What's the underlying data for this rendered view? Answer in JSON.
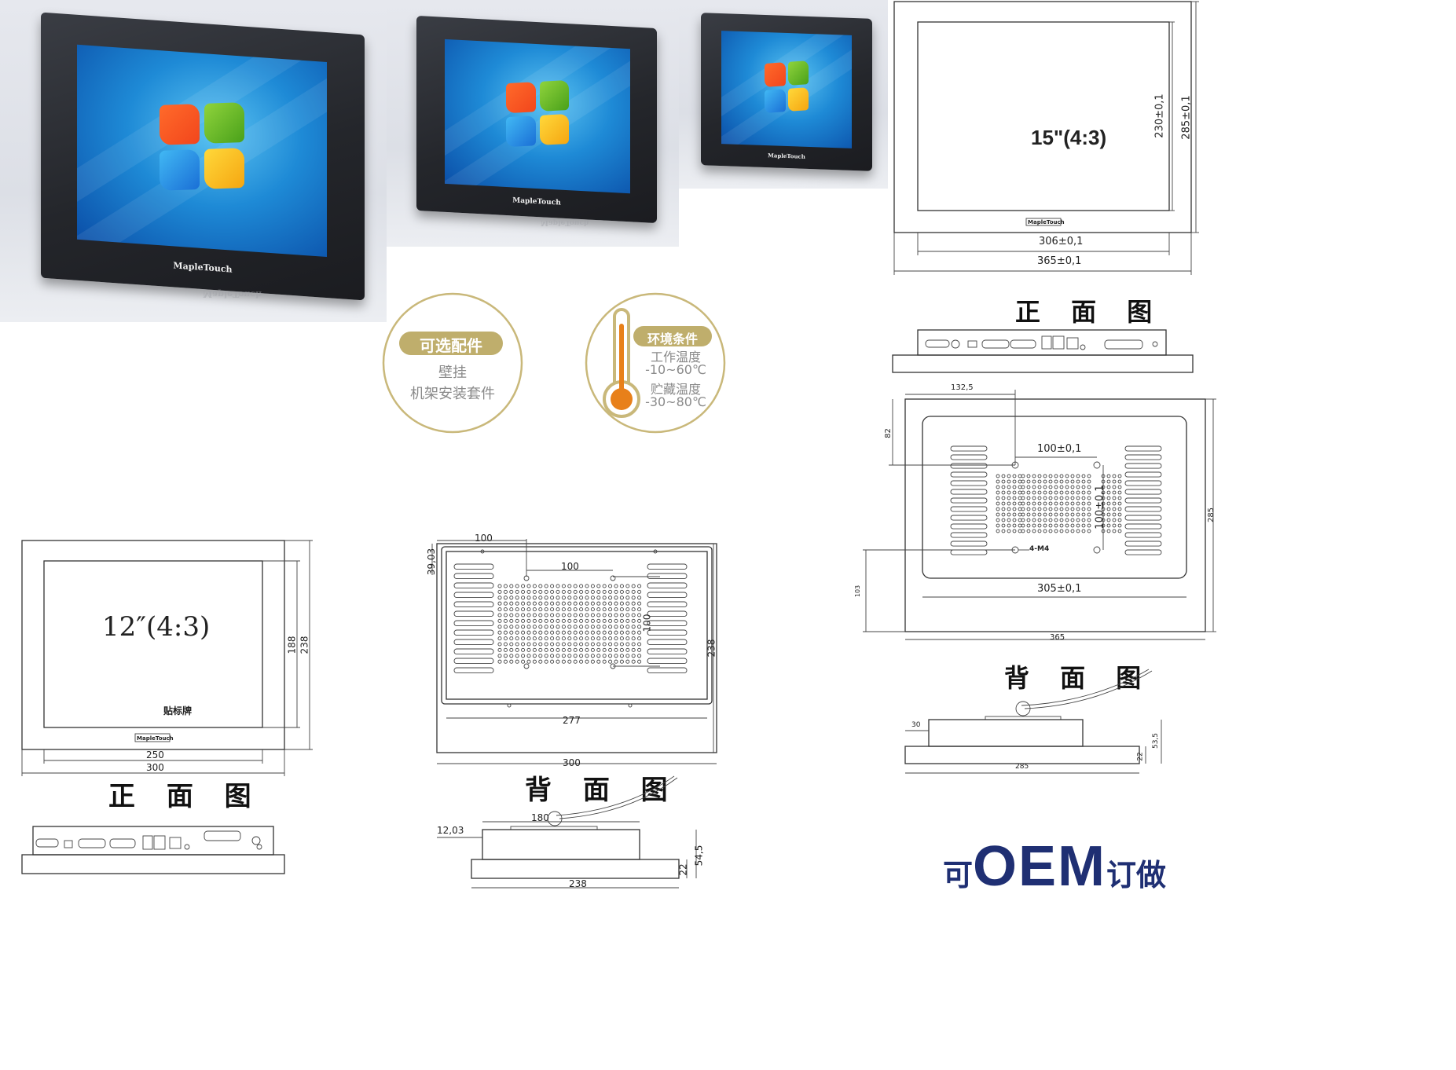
{
  "photos": [
    {
      "brand": "MapleTouch",
      "reflection": "MapleTouch"
    },
    {
      "brand": "MapleTouch",
      "reflection": "MapleTouch"
    },
    {
      "brand": "MapleTouch"
    }
  ],
  "badges": {
    "accessories": {
      "title": "可选配件",
      "lines": [
        "壁挂",
        "机架安装套件"
      ]
    },
    "environment": {
      "title": "环境条件",
      "lines": [
        "工作温度",
        "-10~60℃",
        "贮藏温度",
        "-30~80℃"
      ]
    }
  },
  "accent_colors": {
    "badge_gold": "#c9b87a",
    "thermometer_orange": "#e8801a",
    "oem_navy": "#1f2f73"
  },
  "d15": {
    "size": "15\"(4:3)",
    "logo": "MapleTouch",
    "front_width_inner": "306±0,1",
    "front_width_outer": "365±0,1",
    "front_height_inner": "230±0,1",
    "front_height_outer": "285±0,1",
    "front_label": "正 面 图",
    "back_dim_top": "132,5",
    "back_dim_left_top": "82",
    "back_dim_left_bottom": "103",
    "back_vesa_h": "100±0,1",
    "back_vesa_v": "100±0,1",
    "back_screw": "4-M4",
    "back_inner_width": "305±0,1",
    "back_outer_width": "365",
    "back_outer_height": "285",
    "back_label": "背 面 图",
    "side_offset": "30",
    "side_depth": "53,5",
    "side_base": "22",
    "side_width": "285"
  },
  "d12": {
    "size": "12″(4:3)",
    "sticker": "贴标牌",
    "logo": "MapleTouch",
    "front_width_inner": "250",
    "front_width_outer": "300",
    "front_height_inner": "188",
    "front_height_outer": "238",
    "front_label": "正 面 图",
    "back_dim_top_left": "100",
    "back_dim_left": "39,03",
    "back_vesa_h": "100",
    "back_vesa_v": "100",
    "back_inner_width": "277",
    "back_outer_width": "300",
    "back_outer_height": "238",
    "back_label": "背 面 图",
    "side_width_top": "180",
    "side_offset": "12,03",
    "side_depth": "54,5",
    "side_base": "22",
    "side_width": "238"
  },
  "oem": {
    "prefix": "可",
    "big": "OEM",
    "suffix": "订做"
  }
}
